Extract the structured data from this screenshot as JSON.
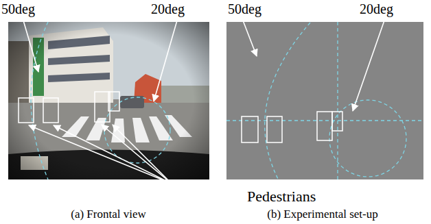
{
  "diagram": {
    "labels": [
      "50deg",
      "20deg",
      "50deg",
      "20deg",
      "Pedestrians",
      "(a) Frontal view",
      "(b) Experimental set-up"
    ]
  }
}
